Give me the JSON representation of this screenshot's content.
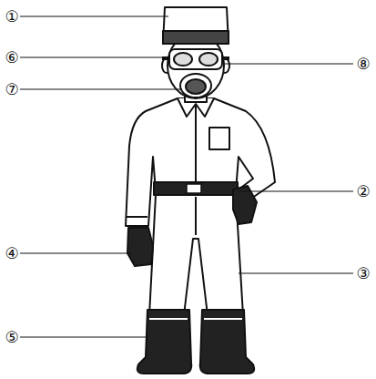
{
  "diagram": {
    "labels": [
      "①",
      "⑥",
      "⑧",
      "⑦",
      "②",
      "④",
      "③",
      "⑤"
    ]
  }
}
